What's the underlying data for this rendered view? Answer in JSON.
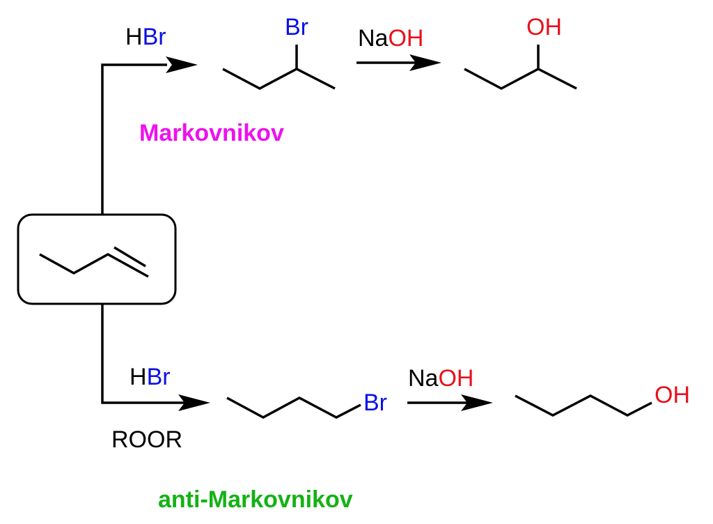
{
  "colors": {
    "bond": "#000000",
    "bromine": "#0a10e6",
    "oxygen": "#e8111c",
    "markovnikov": "#ee11ee",
    "anti_markovnikov": "#14b214"
  },
  "starting_material": {
    "name": "but-1-ene"
  },
  "top_pathway": {
    "reagent1": {
      "h": "H",
      "br": "Br"
    },
    "intermediate": {
      "br": "Br"
    },
    "reagent2": {
      "na": "Na",
      "oh": "OH"
    },
    "product": {
      "oh": "OH"
    },
    "rule_label": "Markovnikov"
  },
  "bottom_pathway": {
    "reagent1": {
      "h": "H",
      "br": "Br"
    },
    "condition": "ROOR",
    "intermediate": {
      "br": "Br"
    },
    "reagent2": {
      "na": "Na",
      "oh": "OH"
    },
    "product": {
      "oh": "OH"
    },
    "rule_label": "anti-Markovnikov"
  }
}
